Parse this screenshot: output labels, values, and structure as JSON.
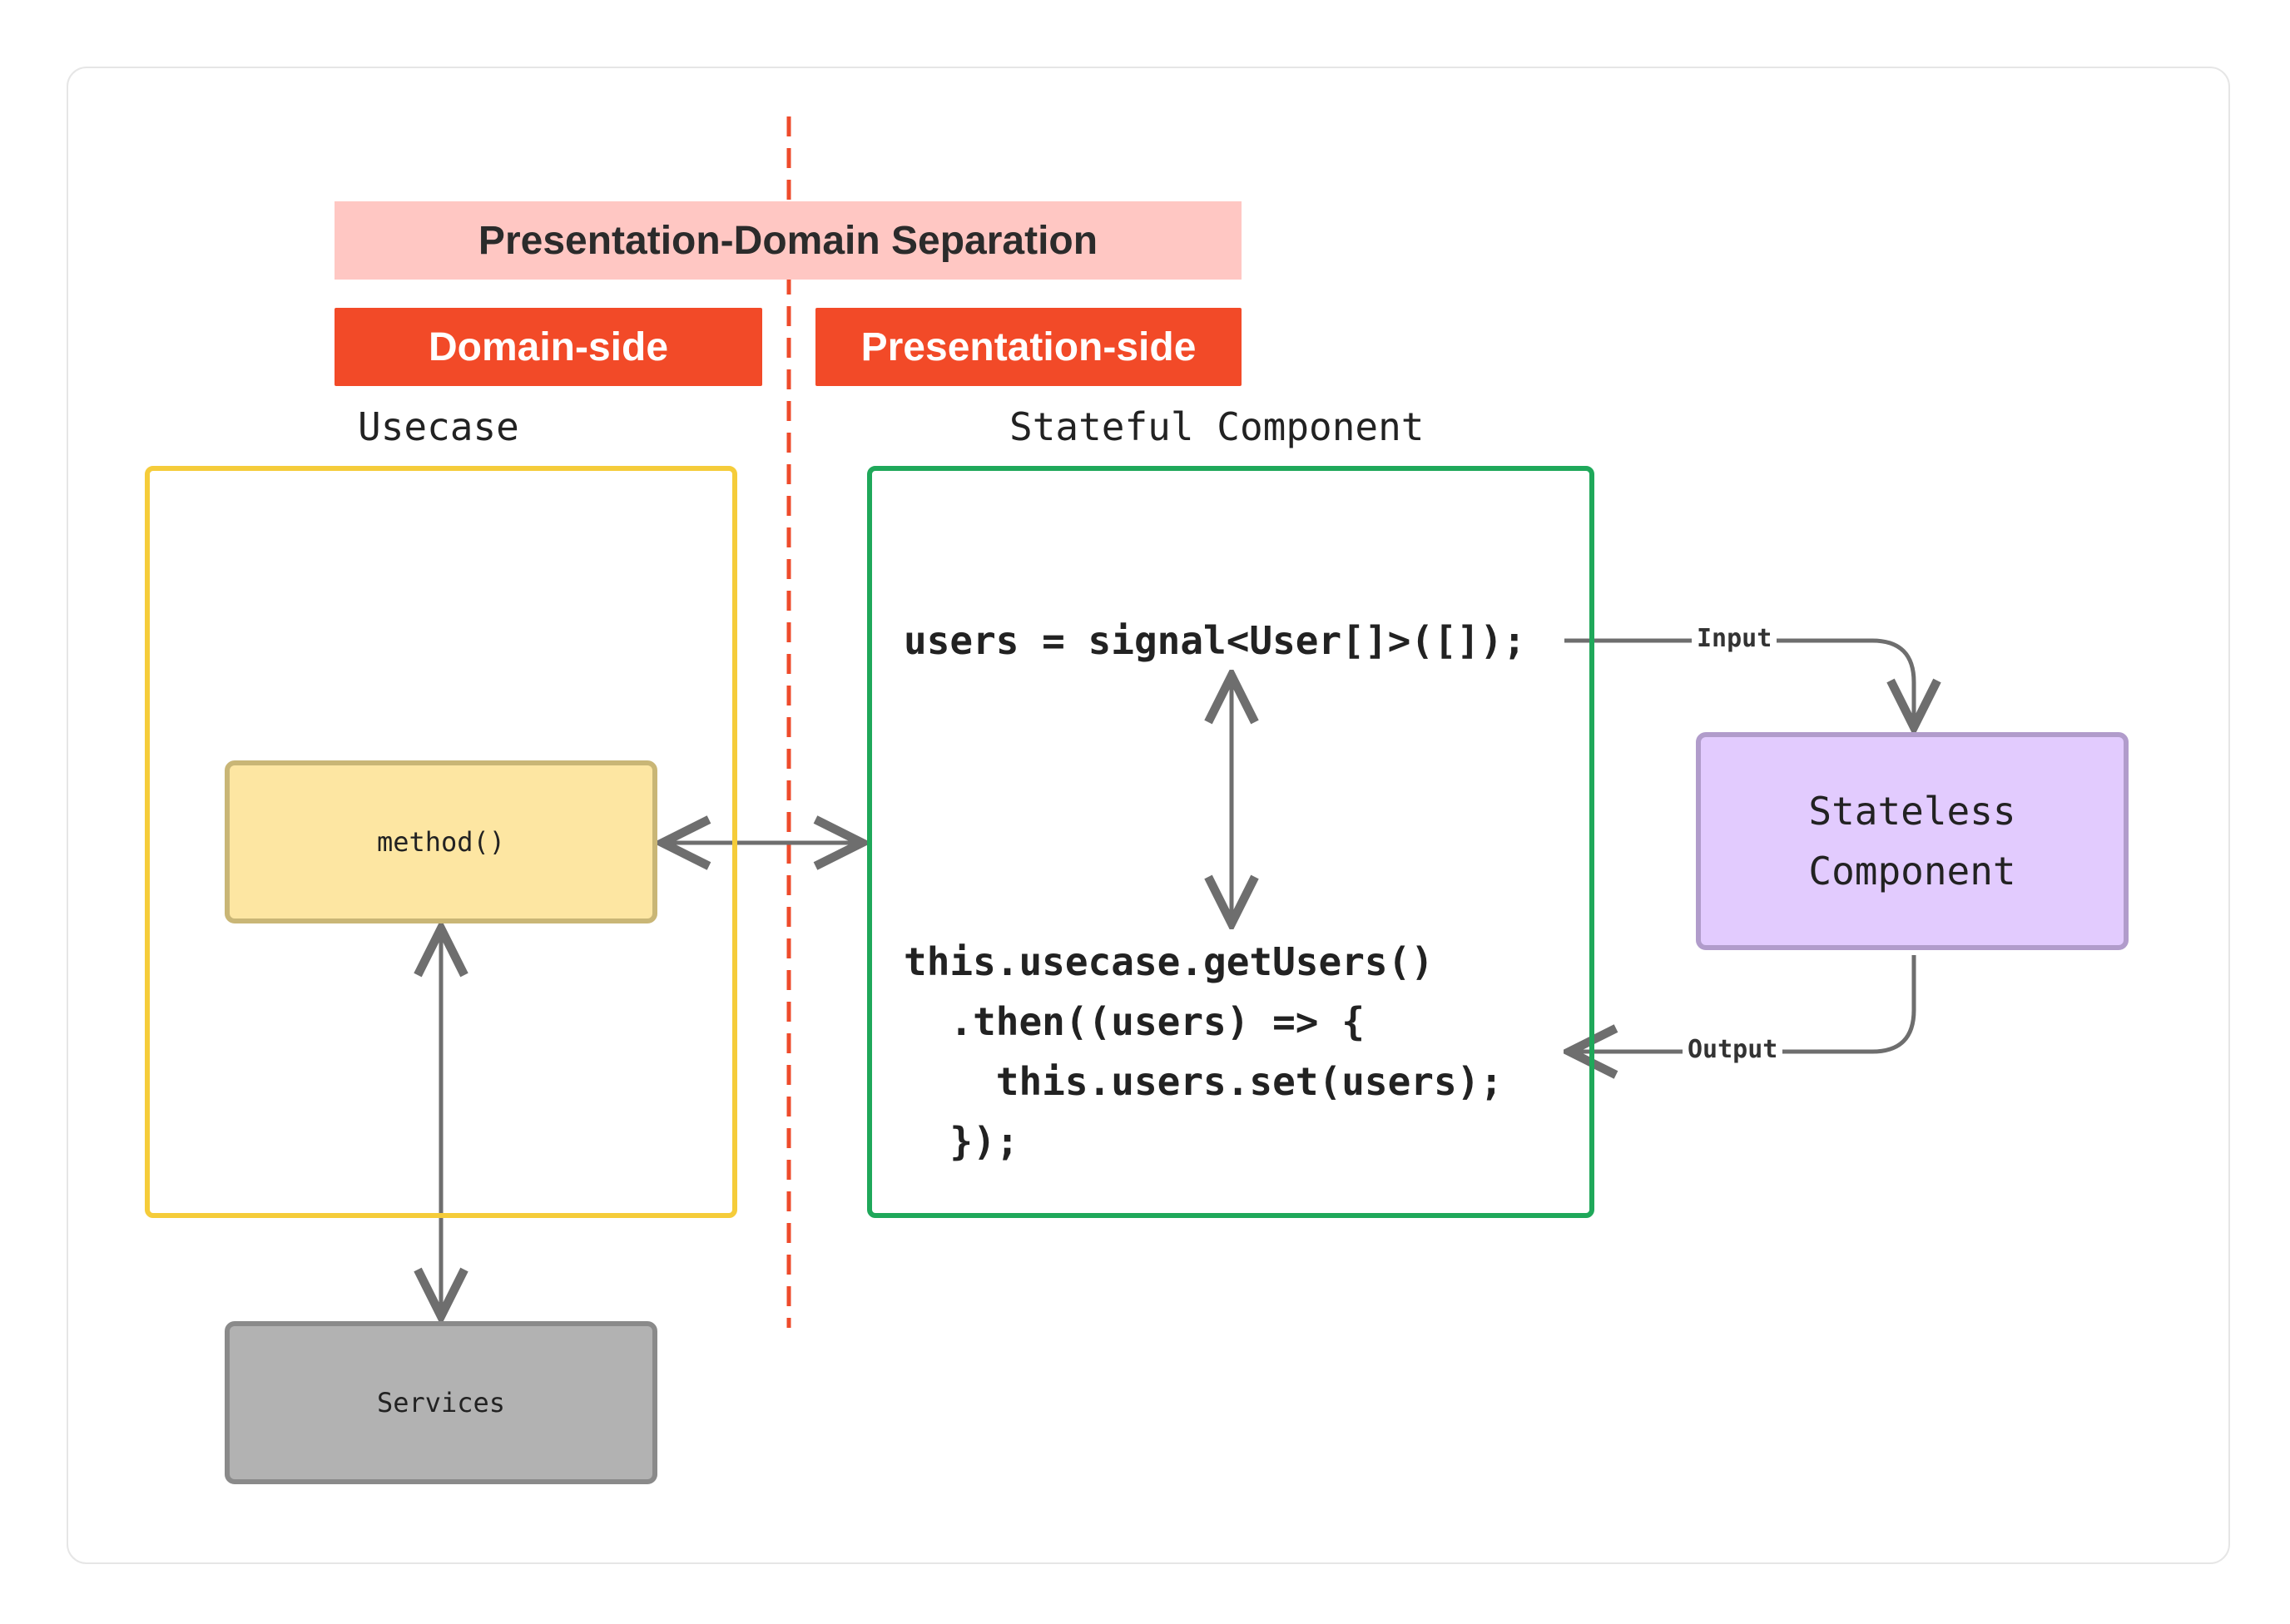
{
  "banners": {
    "title": "Presentation-Domain Separation",
    "domain_side": "Domain-side",
    "presentation_side": "Presentation-side"
  },
  "labels": {
    "usecase": "Usecase",
    "stateful_component": "Stateful Component"
  },
  "boxes": {
    "method": "method()",
    "services": "Services",
    "stateless": "Stateless\nComponent"
  },
  "code": {
    "signal_line": "users = signal<User[]>([]);",
    "get_users_block": "this.usecase.getUsers()\n  .then((users) => {\n    this.users.set(users);\n  });"
  },
  "edges": {
    "input": "Input",
    "output": "Output"
  },
  "colors": {
    "title_banner": "#ffc7c3",
    "side_banner": "#f24a28",
    "separator": "#ee4b2b",
    "usecase_border": "#f5cc3a",
    "stateful_border": "#1fa85a",
    "method_fill": "#fde6a2",
    "services_fill": "#b2b2b2",
    "stateless_fill": "#e2cbfe",
    "arrow": "#6e6e6e"
  }
}
